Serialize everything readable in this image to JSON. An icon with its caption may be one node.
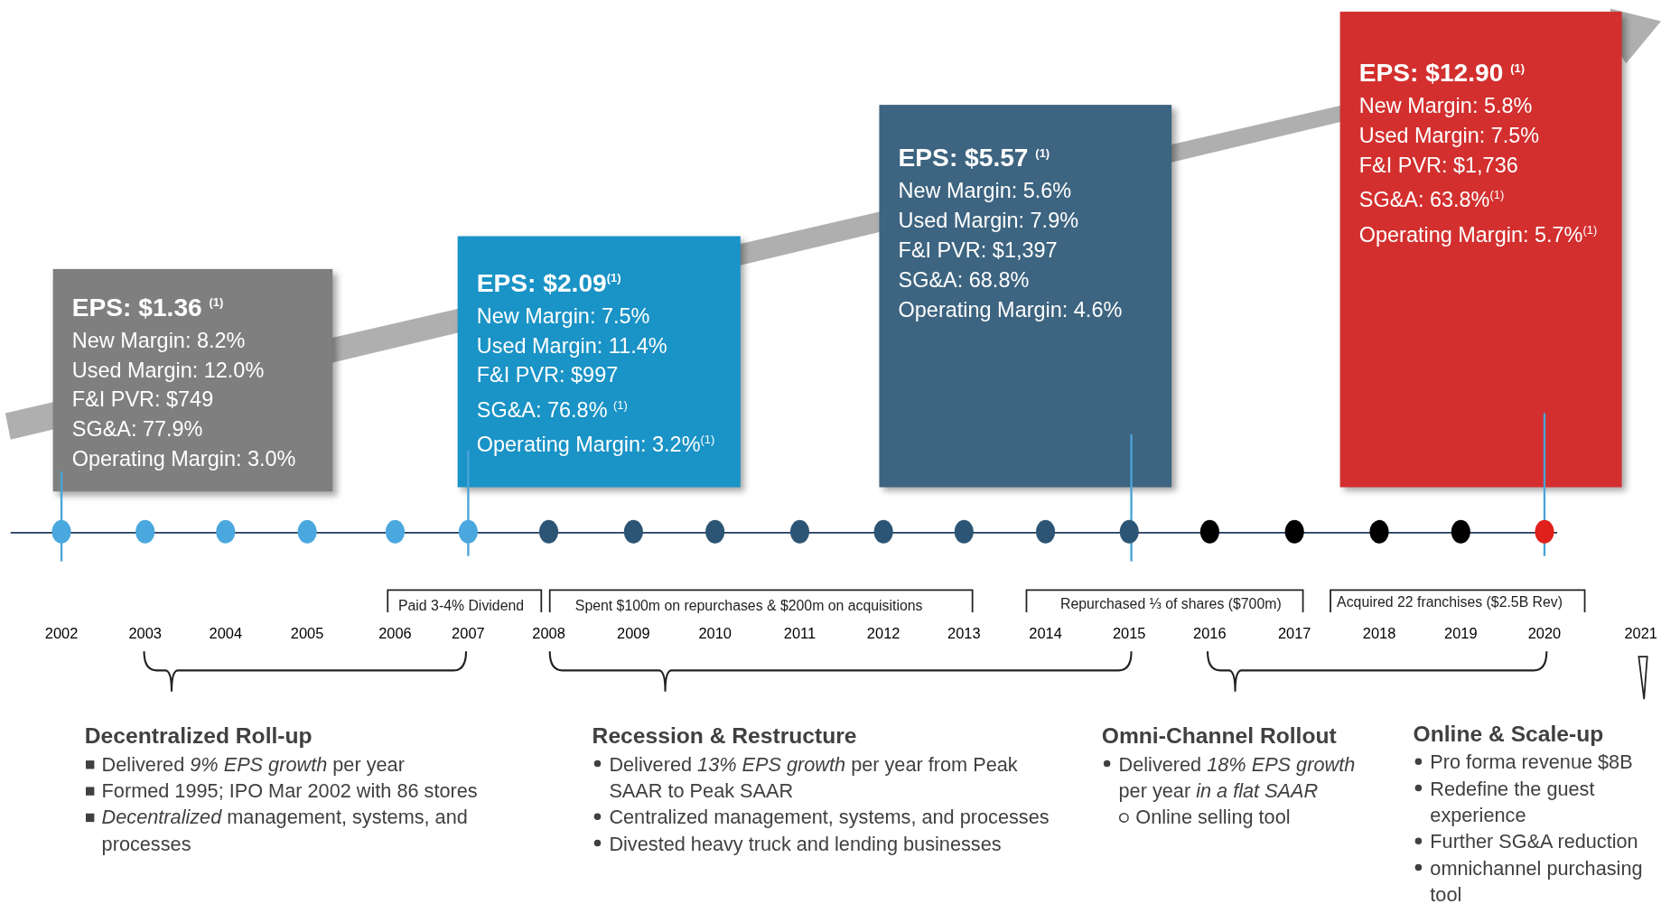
{
  "diagram": {
    "nodes": [
      {
        "text": [
          "EPS: $1.36 $^{(1)}$",
          "New Margin: 8.2%",
          "Used Margin: 12.0%",
          "F&I PVR: $749",
          "SG&A: 77.9%",
          "Operating Margin: 3.0%"
        ]
      },
      {
        "text": [
          "EPS: $2.09$^{(1)}$",
          "New Margin: 7.5%",
          "Used Margin: 11.4%",
          "F&I PVR: $997",
          "SG&A: 76.8% $^{(1)}$",
          "Operating Margin: 3.2%$^{(1)}$"
        ]
      },
      {
        "text": [
          "EPS: $5.57 $^{(1)}$",
          "New Margin: 5.6%",
          "Used Margin: 7.9%",
          "F&I PVR: $1,397",
          "SG&A: 68.8%",
          "Operating Margin: 4.6%"
        ]
      },
      {
        "text": [
          "EPS: $12.90 $^{(1)}$",
          "New Margin: 5.8%",
          "Used Margin: 7.5%",
          "F&I PVR: $1,736",
          "SG&A: 63.8%$^{(1)}$",
          "Operating Margin: 5.7%$^{(1)}$"
        ]
      }
    ],
    "labels": [
      "Paid 3-4% Dividend",
      "Spent $100m on repurchases & $200m on acquisitions",
      "Repurchased ⅓ of shares ($700m)",
      "Acquired 22 franchises ($2.5B Rev)",
      "2002",
      "2003",
      "2004",
      "2005",
      "2006",
      "2007",
      "2008",
      "2009",
      "2010",
      "2011",
      "2012",
      "2013",
      "2014",
      "2015",
      "2016",
      "2017",
      "2018",
      "2019",
      "2020",
      "2021",
      "Decentralized Roll-up",
      "Delivered *9% EPS growth* per year",
      "Formed 1995; IPO Mar 2002 with 86 stores",
      "*Decentralized* management, systems, and processes",
      "Recession & Restructure",
      "Delivered *13% EPS growth* per year from Peak SAAR to Peak SAAR",
      "Centralized management, systems, and processes",
      "Divested heavy truck and lending businesses",
      "Omni-Channel Rollout",
      "Delivered *18% EPS growth* per year *in a flat SAAR*",
      "Online selling tool",
      "Online & Scale-up",
      "Pro forma revenue $8B",
      "Redefine the guest experience",
      "Further SG&A reduction",
      "omnichannel purchasing tool"
    ]
  }
}
